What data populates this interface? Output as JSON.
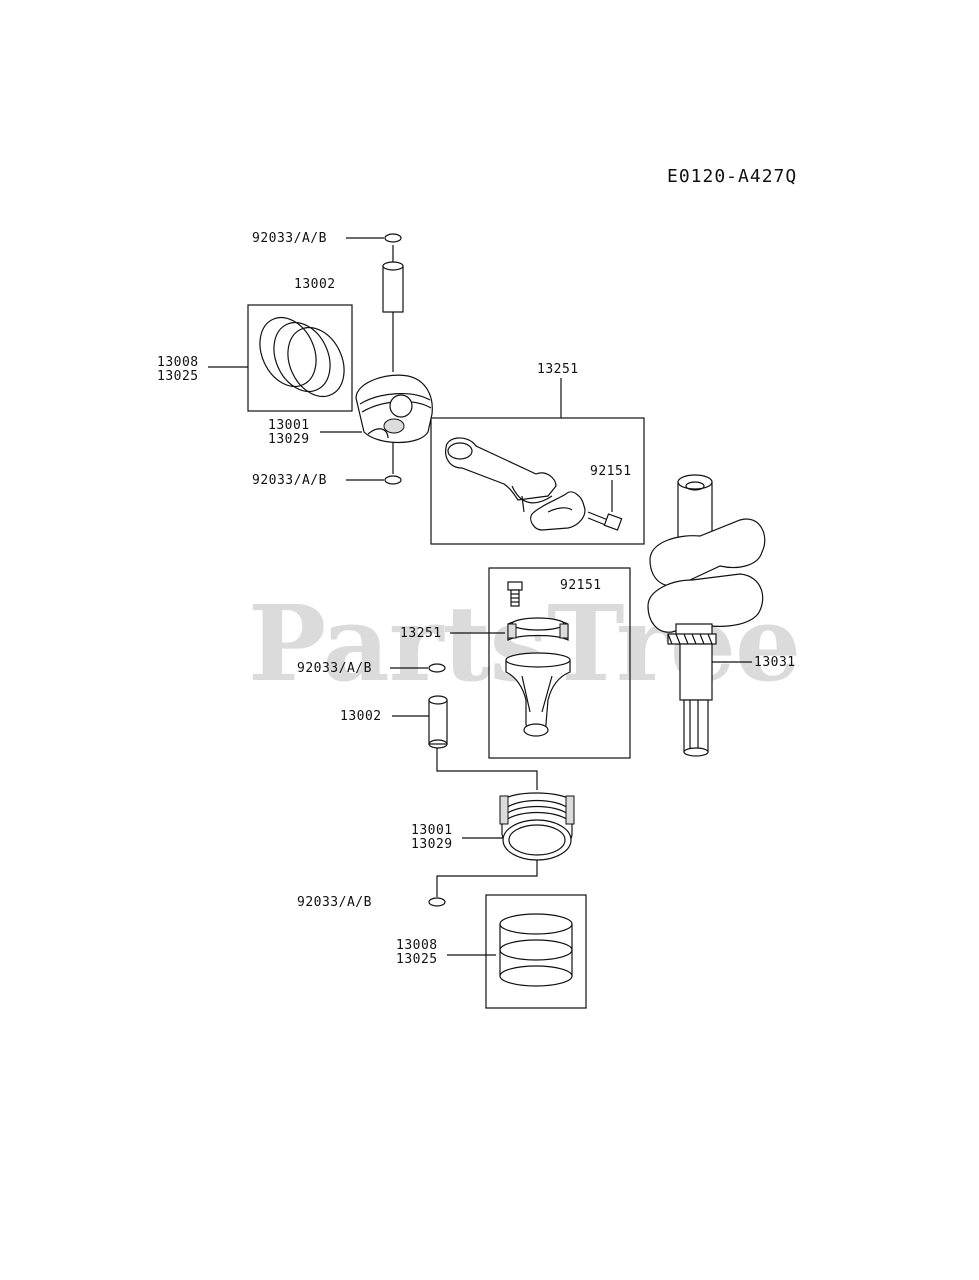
{
  "diagram": {
    "code": "E0120-A427Q",
    "watermark": "PartsTree",
    "watermark_mark": "™",
    "labels": {
      "snap_ring_top": "92033/A/B",
      "pin_top": "13002",
      "rings_top_a": "13008",
      "rings_top_b": "13025",
      "piston_top_a": "13001",
      "piston_top_b": "13029",
      "snap_ring_top2": "92033/A/B",
      "rod_top": "13251",
      "bolt_top": "92151",
      "bolt_bottom": "92151",
      "rod_bottom": "13251",
      "snap_ring_mid": "92033/A/B",
      "pin_bottom": "13002",
      "crankshaft": "13031",
      "piston_bottom_a": "13001",
      "piston_bottom_b": "13029",
      "snap_ring_bottom": "92033/A/B",
      "rings_bottom_a": "13008",
      "rings_bottom_b": "13025"
    }
  }
}
